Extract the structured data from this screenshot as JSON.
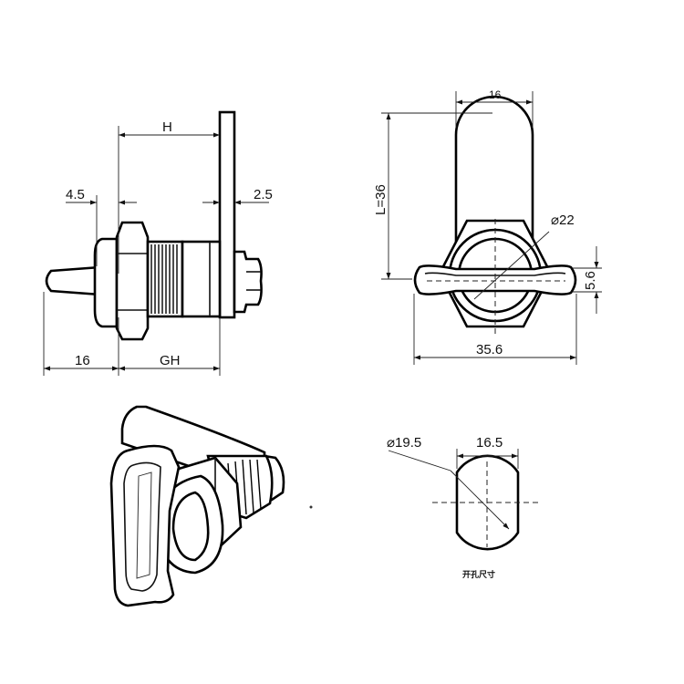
{
  "side_view": {
    "dim_h": "H",
    "dim_4_5": "4.5",
    "dim_2_5": "2.5",
    "dim_16": "16",
    "dim_gh": "GH"
  },
  "front_view": {
    "dim_width_top": "16",
    "dim_length": "L=36",
    "dim_diameter": "⌀22",
    "dim_handle_height": "5.6",
    "dim_handle_width": "35.6"
  },
  "cutout_view": {
    "dim_diameter": "⌀19.5",
    "dim_flat": "16.5",
    "caption": "开孔尺寸"
  }
}
